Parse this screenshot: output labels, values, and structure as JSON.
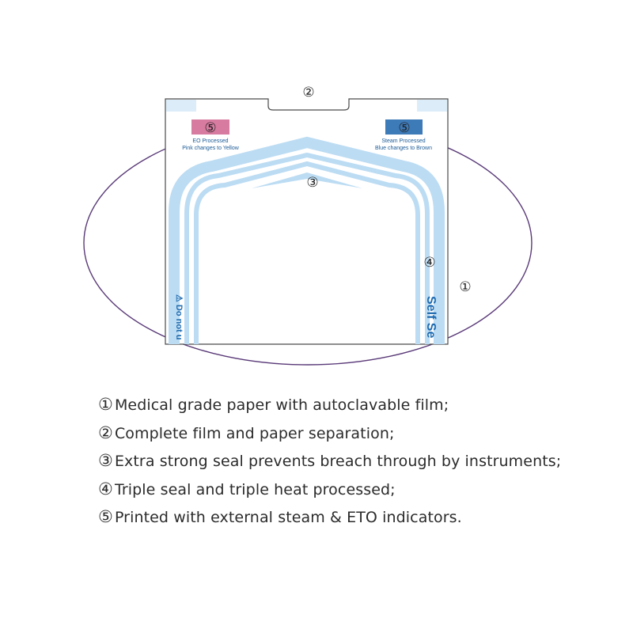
{
  "diagram": {
    "markers": {
      "paper": "①",
      "separation": "②",
      "seal": "③",
      "triple_seal": "④",
      "eo_indicator": "⑤",
      "steam_indicator": "⑤"
    },
    "indicators": {
      "eo": {
        "line1": "EO Processed",
        "line2": "Pink changes to Yellow",
        "color": "#d87ba0"
      },
      "steam": {
        "line1": "Steam Processed",
        "line2": "Blue changes to Brown",
        "color": "#3d7ab8"
      }
    },
    "side_text": {
      "left": "⚠ Do not u",
      "right": "Self Se"
    },
    "colors": {
      "ellipse": "#5a3a78",
      "seal": "#bcdcf3",
      "outline": "#4a4a4a",
      "text_blue": "#1f6bb0"
    }
  },
  "features": [
    {
      "num": "①",
      "text": "Medical grade paper with autoclavable film;"
    },
    {
      "num": "②",
      "text": "Complete film and paper separation;"
    },
    {
      "num": "③",
      "text": "Extra strong seal prevents breach through by instruments;"
    },
    {
      "num": "④",
      "text": "Triple seal and triple heat processed;"
    },
    {
      "num": "⑤",
      "text": "Printed with external steam & ETO indicators."
    }
  ]
}
